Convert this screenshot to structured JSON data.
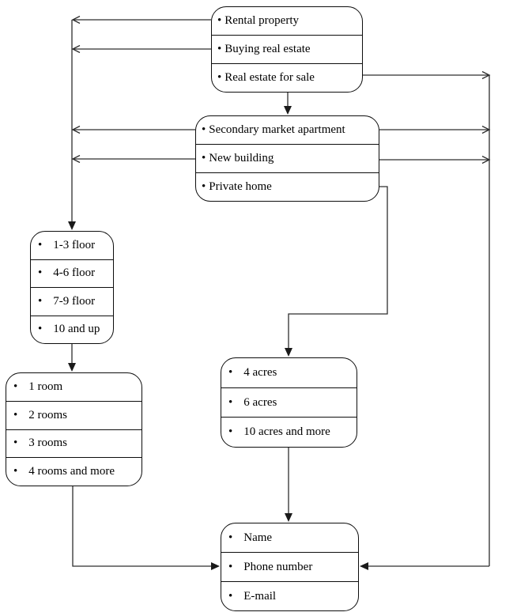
{
  "bullet": "•",
  "boxes": {
    "property_type": {
      "items": [
        "Rental property",
        "Buying real estate",
        "Real estate for sale"
      ]
    },
    "market_type": {
      "items": [
        "Secondary market apartment",
        "New building",
        "Private home"
      ]
    },
    "floors": {
      "items": [
        "1-3 floor",
        "4-6 floor",
        "7-9 floor",
        "10 and up"
      ]
    },
    "rooms": {
      "items": [
        "1 room",
        "2 rooms",
        "3 rooms",
        "4 rooms and more"
      ]
    },
    "land_size": {
      "items": [
        "4 acres",
        "6 acres",
        "10 acres and more"
      ]
    },
    "contact": {
      "items": [
        "Name",
        "Phone number",
        "E-mail"
      ]
    }
  },
  "colors": {
    "background": "#ffffff",
    "box_border": "#0d0d0d",
    "text": "#000000",
    "connector_line": "#2e2e2e"
  }
}
